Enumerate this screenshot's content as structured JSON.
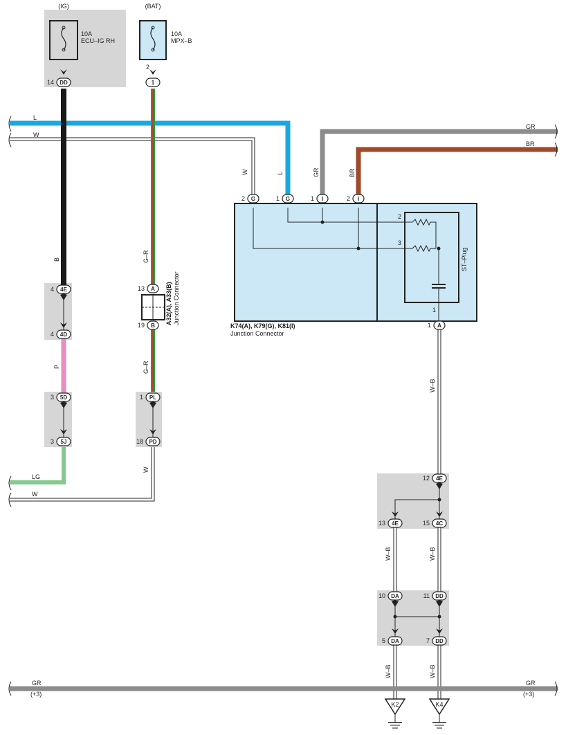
{
  "colors": {
    "L": "#1aa8e0",
    "GR": "#8c8c8c",
    "BR": "#a04a2a",
    "B": "#1a1a1a",
    "P": "#e98dc0",
    "LG": "#86c98e",
    "G": "#2e9b3c",
    "R": "#d32f2f",
    "box_fill": "#cce8f7",
    "group_fill": "#d6d6d6"
  },
  "fuses": {
    "ig": {
      "supply": "(IG)",
      "rating": "10A",
      "name": "ECU–IG RH"
    },
    "bat": {
      "supply": "(BAT)",
      "rating": "10A",
      "name": "MPX–B"
    }
  },
  "pins": {
    "p14": "14",
    "pDD1": "DD",
    "p2a": "2",
    "p1a": "1",
    "p4a": "4",
    "p4E": "4E",
    "p4b": "4",
    "p4D": "4D",
    "p3a": "3",
    "p5D": "5D",
    "p3b": "3",
    "p5J": "5J",
    "p13": "13",
    "pA": "A",
    "p19": "19",
    "pB": "B",
    "p1PL": "1",
    "pPL": "PL",
    "p18": "18",
    "pPD": "PD",
    "p2G": "2",
    "pG1": "G",
    "p1G": "1",
    "pG2": "G",
    "p1I": "1",
    "pI1": "I",
    "p2I": "2",
    "pI2": "I",
    "st2": "2",
    "st3": "3",
    "st1": "1",
    "p1A": "1",
    "pA2": "A",
    "p12": "12",
    "p4E2": "4E",
    "p13b": "13",
    "p4E3": "4E",
    "p15": "15",
    "p4C": "4C",
    "p10": "10",
    "pDA1": "DA",
    "p11": "11",
    "pDD2": "DD",
    "p5": "5",
    "pDA2": "DA",
    "p7": "7",
    "pDD3": "DD"
  },
  "wires": {
    "L": "L",
    "W": "W",
    "GR": "GR",
    "BR": "BR",
    "B": "B",
    "GR_wire": "G–R",
    "GR_wire2": "G–R",
    "P": "P",
    "W2": "W",
    "LG": "LG",
    "W3": "W",
    "WB1": "W–B",
    "WB2": "W–B",
    "WB3": "W–B",
    "WB4": "W–B",
    "WB5": "W–B",
    "W_top": "W",
    "L_top": "L",
    "GR_top": "GR",
    "BR_top": "BR",
    "GR_bot_l": "GR",
    "GR_bot_r": "GR"
  },
  "connectors": {
    "a32": "A32(A), A33(B)",
    "a32_sub": "Junction Connector",
    "k74": "K74(A), K79(G), K81(I)",
    "k74_sub": "Junction Connector",
    "st_plug": "ST–Plug"
  },
  "grounds": {
    "k2": "K2",
    "k4": "K4"
  },
  "plus3_left": "(+3)",
  "plus3_right": "(+3)"
}
